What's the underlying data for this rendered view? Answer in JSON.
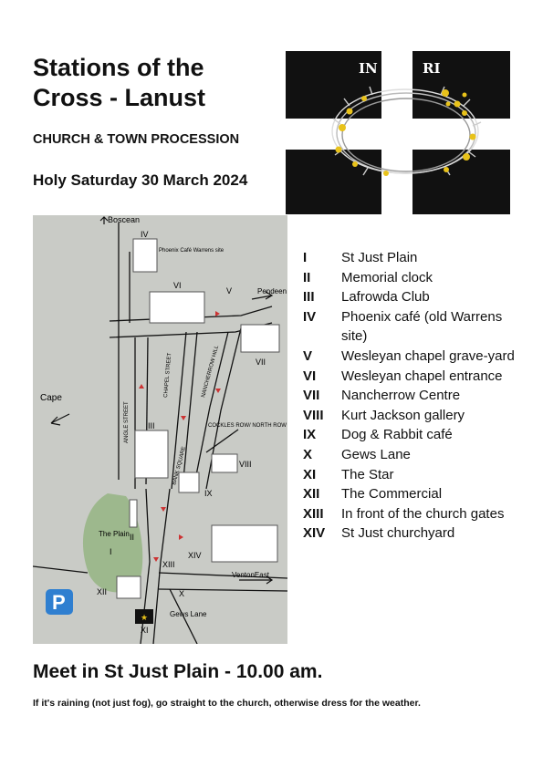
{
  "title": "Stations of the Cross - Lanust",
  "subtitle": "CHURCH & TOWN PROCESSION",
  "date": "Holy Saturday 30 March 2024",
  "flag": {
    "inscription_left": "IN",
    "inscription_right": "RI",
    "colors": {
      "black": "#111111",
      "white": "#ffffff",
      "gold": "#e8c21a"
    }
  },
  "map": {
    "background_color": "#c9cbc6",
    "labels": {
      "boscean": "Boscean",
      "pendeen": "Pendeen",
      "cape": "Cape",
      "venton_east": "VentonEast",
      "the_plain": "The Plain",
      "gews_lane": "Gews Lane",
      "cockles_row": "COCKLES ROW/ NORTH ROW",
      "phoenix_cafe_note": "Phoenix Café Warrens site",
      "chapel_street": "CHAPEL STREET",
      "angle_street": "ANGLE STREET",
      "nancherrow_hill": "NANCHERROW HILL",
      "bank_square": "BANK SQUARE"
    },
    "station_markers": [
      "I",
      "II",
      "III",
      "IV",
      "V",
      "VI",
      "VII",
      "VIII",
      "IX",
      "X",
      "XI",
      "XII",
      "XIII",
      "XIV"
    ],
    "parking_label": "P"
  },
  "stations": [
    {
      "numeral": "I",
      "name": "St Just Plain"
    },
    {
      "numeral": "II",
      "name": "Memorial clock"
    },
    {
      "numeral": "III",
      "name": "Lafrowda Club"
    },
    {
      "numeral": "IV",
      "name": "Phoenix café (old Warrens site)"
    },
    {
      "numeral": "V",
      "name": "Wesleyan chapel grave-yard"
    },
    {
      "numeral": "VI",
      "name": "Wesleyan chapel entrance"
    },
    {
      "numeral": "VII",
      "name": "Nancherrow Centre"
    },
    {
      "numeral": "VIII",
      "name": "Kurt Jackson gallery"
    },
    {
      "numeral": "IX",
      "name": "Dog & Rabbit café"
    },
    {
      "numeral": "X",
      "name": "Gews Lane"
    },
    {
      "numeral": "XI",
      "name": "The Star"
    },
    {
      "numeral": "XII",
      "name": "The Commercial"
    },
    {
      "numeral": "XIII",
      "name": "In front of the church gates"
    },
    {
      "numeral": "XIV",
      "name": "St Just churchyard"
    }
  ],
  "meet": "Meet in St Just Plain -  10.00 am.",
  "note": "If it's raining (not just fog), go straight to the church, otherwise dress for the weather."
}
